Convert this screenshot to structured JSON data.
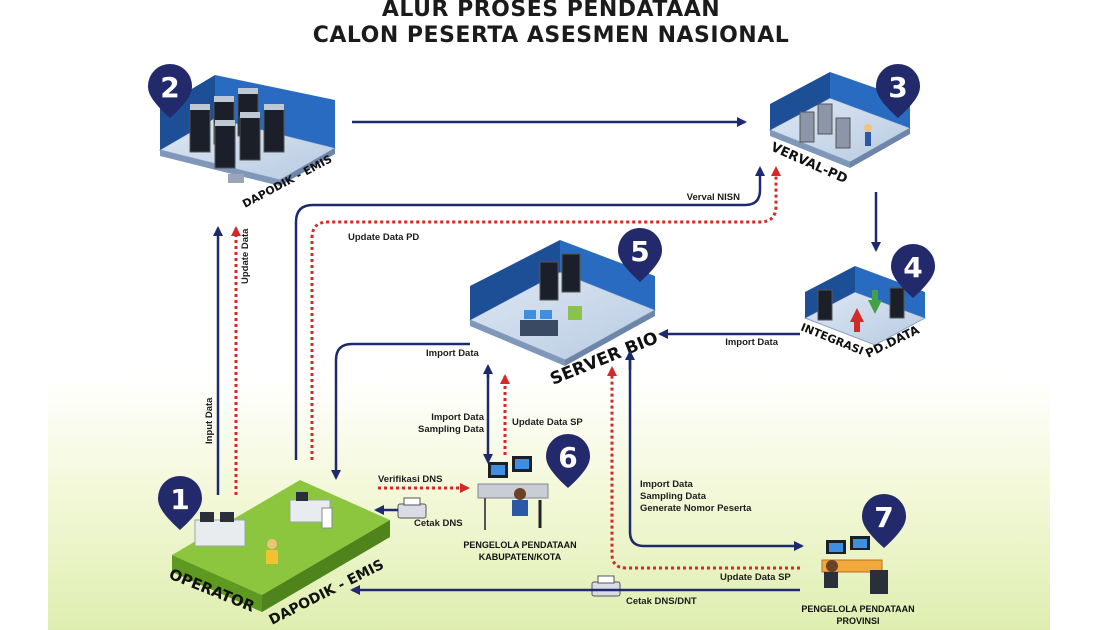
{
  "title": {
    "line1": "ALUR PROSES PENDATAAN",
    "line2": "CALON PESERTA ASESMEN NASIONAL"
  },
  "nodes": {
    "n1": {
      "number": "1",
      "label_a": "OPERATOR",
      "label_b": "DAPODIK - EMIS"
    },
    "n2": {
      "number": "2",
      "label": "DAPODIK - EMIS"
    },
    "n3": {
      "number": "3",
      "label": "VERVAL-PD"
    },
    "n4": {
      "number": "4",
      "label_a": "INTEGRASI",
      "label_b": "PD.DATA"
    },
    "n5": {
      "number": "5",
      "label": "SERVER BIO"
    },
    "n6": {
      "number": "6",
      "label_a": "PENGELOLA PENDATAAN",
      "label_b": "KABUPATEN/KOTA"
    },
    "n7": {
      "number": "7",
      "label_a": "PENGELOLA PENDATAAN",
      "label_b": "PROVINSI"
    }
  },
  "flows": {
    "input_data": "Input Data",
    "update_data": "Update Data",
    "verval_nisn": "Verval NISN",
    "update_data_pd": "Update Data PD",
    "import_data_5_to_1": "Import Data",
    "import_data_4_to_5": "Import Data",
    "import_sampling_1": "Import Data",
    "import_sampling_2": "Sampling Data",
    "update_data_sp_6": "Update Data SP",
    "verifikasi_dns": "Verifikasi DNS",
    "cetak_dns": "Cetak DNS",
    "import_prov_1": "Import Data",
    "import_prov_2": "Sampling Data",
    "import_prov_3": "Generate Nomor Peserta",
    "update_data_sp_7": "Update Data SP",
    "cetak_dns_dnt": "Cetak DNS/DNT"
  },
  "colors": {
    "arrow_blue": "#1f2a6e",
    "arrow_red": "#d62828",
    "pin_navy": "#232a6b",
    "green_base": "#7cb82f",
    "blue_room": "#1e5bb0"
  }
}
